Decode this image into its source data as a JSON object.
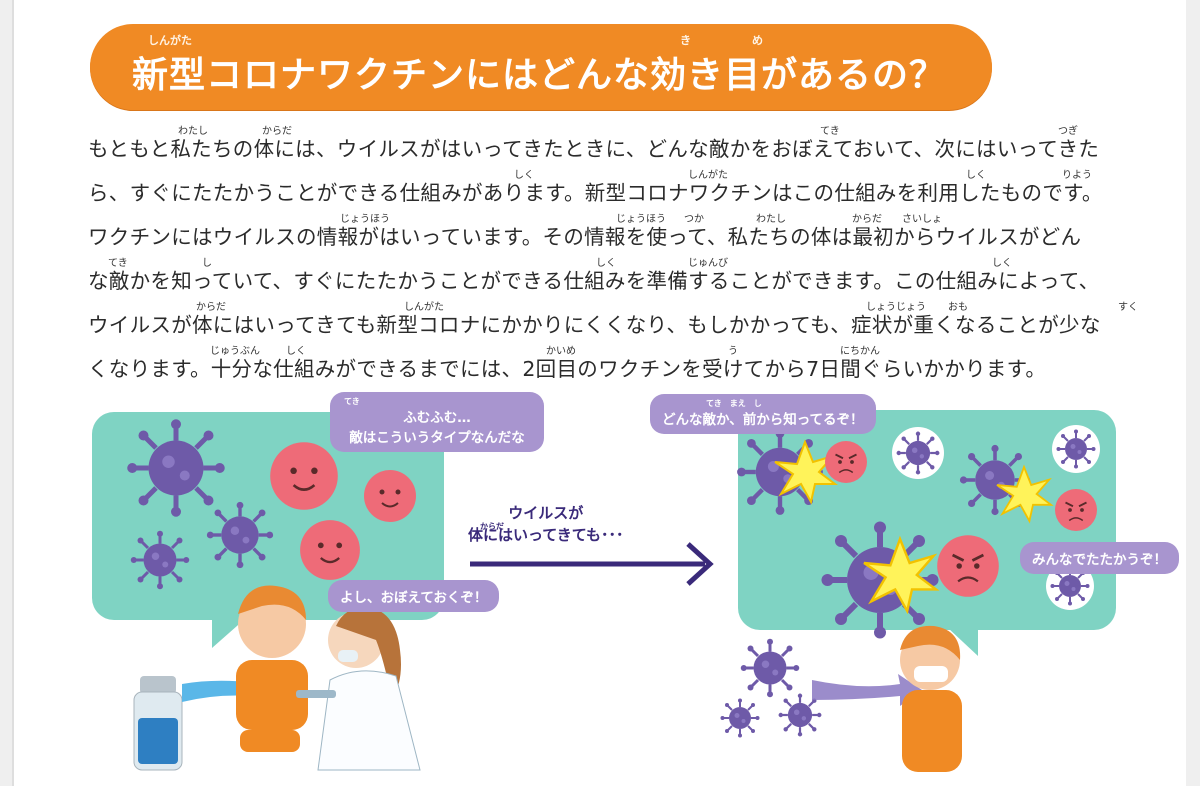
{
  "title": {
    "text": "新型コロナワクチンにはどんな効き目があるの？",
    "ruby": [
      "しんがた",
      "き",
      "め"
    ]
  },
  "paragraph": [
    {
      "text": "もともと私たちの体には、ウイルスがはいってきたときに、どんな敵かをおぼえておいて、次にはいってきた",
      "ruby": [
        [
          "わたし",
          90
        ],
        [
          "からだ",
          174
        ],
        [
          "てき",
          732
        ],
        [
          "つぎ",
          970
        ]
      ]
    },
    {
      "text": "ら、すぐにたたかうことができる仕組みがあります。新型コロナワクチンはこの仕組みを利用したものです。",
      "ruby": [
        [
          "しく",
          426
        ],
        [
          "しんがた",
          600
        ],
        [
          "しく",
          878
        ],
        [
          "りよう",
          974
        ]
      ]
    },
    {
      "text": "ワクチンにはウイルスの情報がはいっています。その情報を使って、私たちの体は最初からウイルスがどん",
      "ruby": [
        [
          "じょうほう",
          252
        ],
        [
          "じょうほう",
          528
        ],
        [
          "つか",
          596
        ],
        [
          "わたし",
          668
        ],
        [
          "からだ",
          764
        ],
        [
          "さいしょ",
          814
        ]
      ]
    },
    {
      "text": "な敵かを知っていて、すぐにたたかうことができる仕組みを準備することができます。この仕組みによって、",
      "ruby": [
        [
          "てき",
          20
        ],
        [
          "し",
          114
        ],
        [
          "しく",
          508
        ],
        [
          "じゅんび",
          600
        ],
        [
          "しく",
          904
        ]
      ]
    },
    {
      "text": "ウイルスが体にはいってきても新型コロナにかかりにくくなり、もしかかっても、症状が重くなることが少な",
      "ruby": [
        [
          "からだ",
          108
        ],
        [
          "しんがた",
          316
        ],
        [
          "しょうじょう",
          778
        ],
        [
          "おも",
          860
        ],
        [
          "すく",
          1030
        ]
      ]
    },
    {
      "text": "くなります。十分な仕組みができるまでには、2回目のワクチンを受けてから7日間ぐらいかかります。",
      "ruby": [
        [
          "じゅうぶん",
          122
        ],
        [
          "しく",
          198
        ],
        [
          "かいめ",
          458
        ],
        [
          "う",
          640
        ],
        [
          "にちかん",
          752
        ]
      ]
    }
  ],
  "illustration": {
    "bubble_left_top": {
      "ruby": "てき",
      "line1": "ふむふむ…",
      "line2": "敵はこういうタイプなんだな"
    },
    "bubble_left_bottom": "よし、おぼえておくぞ！",
    "arrow_label": {
      "ruby": "からだ",
      "line1": "ウイルスが",
      "line2": "体にはいってきても･･･"
    },
    "bubble_right_top": {
      "ruby": "てき　まえ　し",
      "text": "どんな敵か、前から知ってるぞ！"
    },
    "bubble_right_bottom": "みんなでたたかうぞ！",
    "colors": {
      "orange": "#f08a24",
      "teal": "#7fd3c3",
      "virus": "#6e5aa8",
      "cell": "#ee6b78",
      "bubble": "#a895cf",
      "arrow": "#3a2a7a"
    }
  }
}
